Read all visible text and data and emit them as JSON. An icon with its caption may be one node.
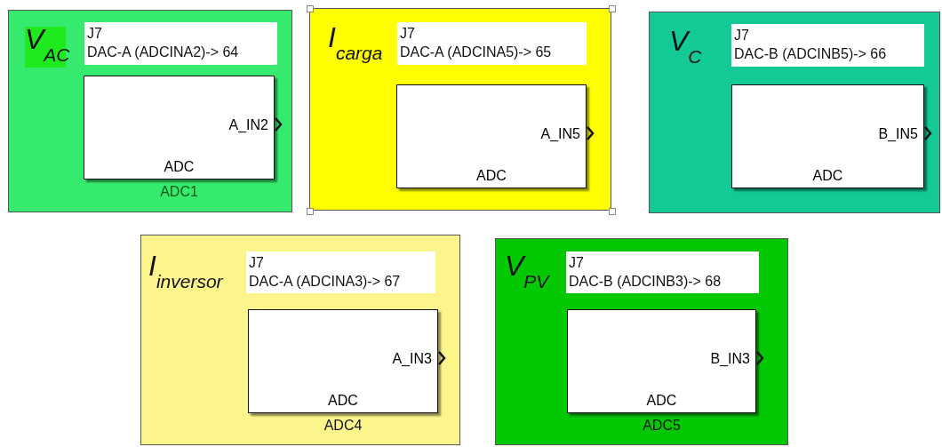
{
  "diagram": {
    "nodes": [
      {
        "text": [
          "V$_{AC}$"
        ]
      },
      {
        "text": [
          "J7",
          "DAC-A (ADCINA2)-> 64"
        ],
        "in": 0
      },
      {
        "text": [
          "A_IN2",
          "ADC"
        ],
        "in": 0,
        "beside": [
          "ADC1"
        ]
      },
      {
        "text": [
          "I$_{carga}$"
        ]
      },
      {
        "text": [
          "J7",
          "DAC-A (ADCINA5)-> 65"
        ],
        "in": 3
      },
      {
        "text": [
          "A_IN5",
          "ADC"
        ],
        "in": 3
      },
      {
        "text": [
          "V$_{C}$"
        ]
      },
      {
        "text": [
          "J7",
          "DAC-B (ADCINB5)-> 66"
        ],
        "in": 6
      },
      {
        "text": [
          "B_IN5",
          "ADC"
        ],
        "in": 6
      },
      {
        "text": [
          "I$_{inversor}$"
        ]
      },
      {
        "text": [
          "J7",
          "DAC-A (ADCINA3)-> 67"
        ],
        "in": 9
      },
      {
        "text": [
          "A_IN3",
          "ADC"
        ],
        "in": 9,
        "beside": [
          "ADC4"
        ]
      },
      {
        "text": [
          "V$_{PV}$"
        ]
      },
      {
        "text": [
          "J7",
          "DAC-B (ADCINB3)-> 68"
        ],
        "in": 12
      },
      {
        "text": [
          "B_IN3",
          "ADC"
        ],
        "in": 12,
        "beside": [
          "ADC5"
        ]
      }
    ]
  }
}
